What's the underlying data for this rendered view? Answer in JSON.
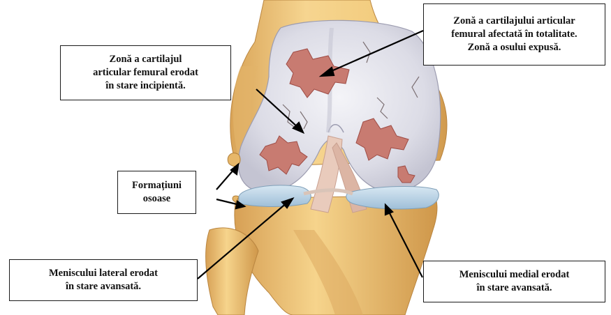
{
  "labels": {
    "cartilage_total": [
      "Zonă a cartilajului articular",
      "femural  afectată în totalitate.",
      "Zonă a osului expusă."
    ],
    "cartilage_incipient": [
      "Zonă a cartilajul",
      "articular femural erodat",
      "în stare incipientă."
    ],
    "bony_formations": [
      "Formațiuni",
      "osoase"
    ],
    "lateral_meniscus": [
      "Meniscului lateral erodat",
      "în stare avansată."
    ],
    "medial_meniscus": [
      "Meniscului medial erodat",
      "în stare avansată."
    ]
  },
  "colors": {
    "bone": "#f0c878",
    "bone_shadow": "#d49a4a",
    "cartilage": "#e4e4ec",
    "erosion": "#c47a70",
    "meniscus": "#b9d3e6",
    "ligament": "#e8c8b8"
  }
}
